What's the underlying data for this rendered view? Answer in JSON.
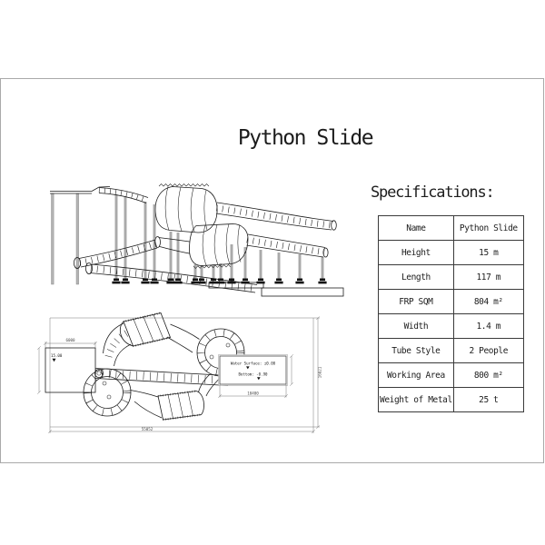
{
  "title": "Python Slide",
  "specifications": {
    "heading": "Specifications:",
    "rows": [
      {
        "label": "Name",
        "value": "Python Slide"
      },
      {
        "label": "Height",
        "value": "15 m"
      },
      {
        "label": "Length",
        "value": "117 m"
      },
      {
        "label": "FRP SQM",
        "value": "804 m²"
      },
      {
        "label": "Width",
        "value": "1.4 m"
      },
      {
        "label": "Tube Style",
        "value": "2 People"
      },
      {
        "label": "Working Area",
        "value": "800 m²"
      },
      {
        "label": "Weight of Metal",
        "value": "25 t"
      }
    ]
  },
  "plan_view": {
    "dim_entry_pool_width": "6000",
    "platform_elevation": "15.00",
    "water_surface_label": "Water Surface: ±0.00",
    "pool_bottom_label": "Bottom: -0.90",
    "dim_splash_pool_length": "10400",
    "dim_overall_length": "55052",
    "dim_overall_width": "16821"
  },
  "colors": {
    "line": "#1c1c1c",
    "dimension": "#6a6a6a",
    "frame_border": "#a9a9a9"
  }
}
